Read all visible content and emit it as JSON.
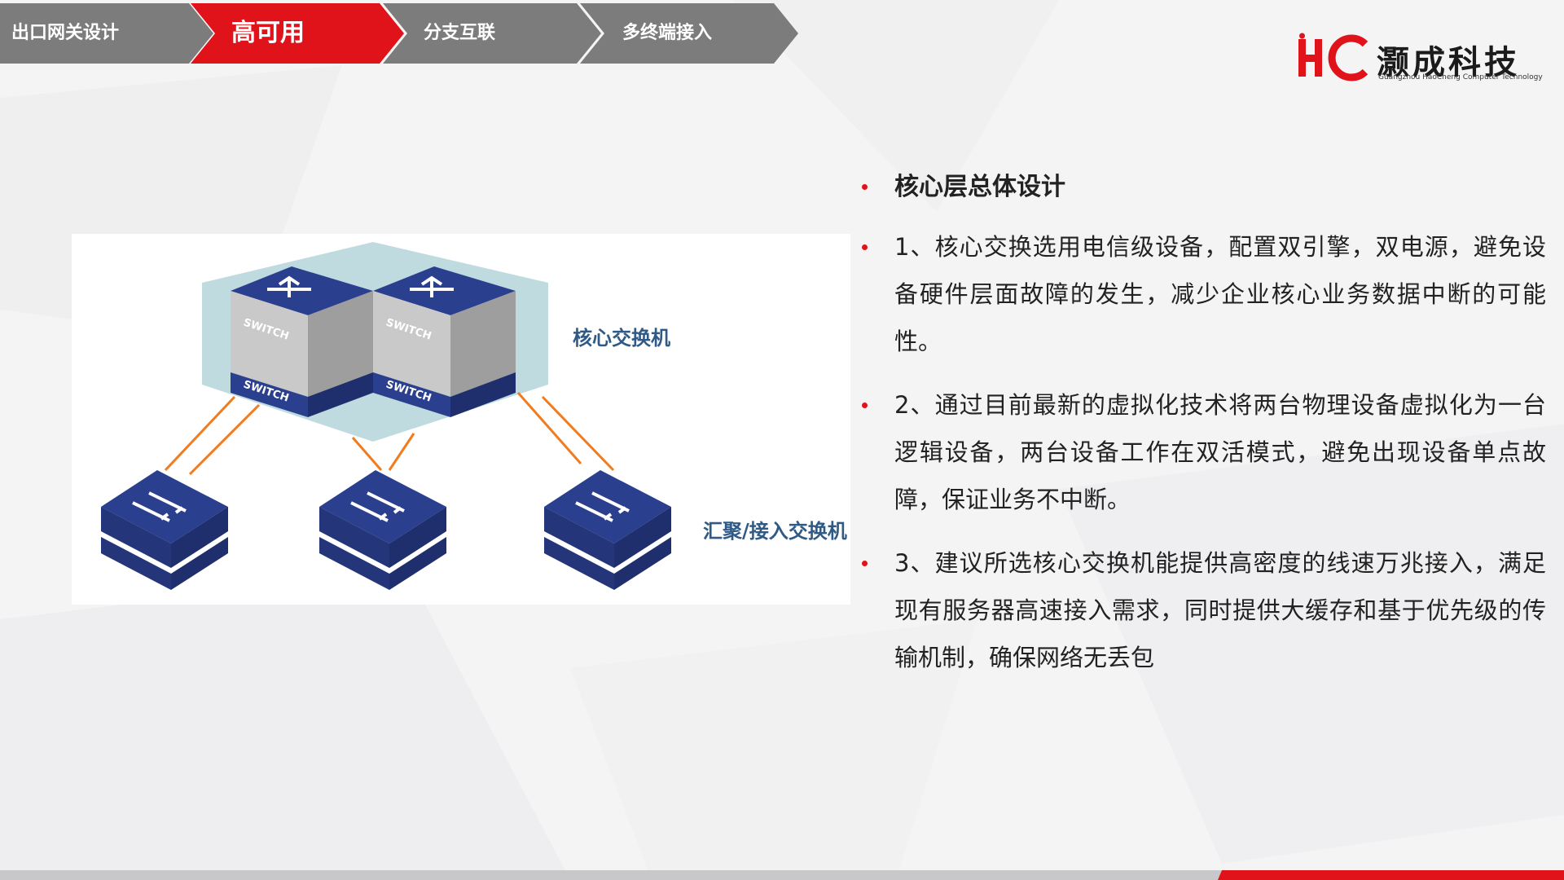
{
  "nav": {
    "tabs": [
      {
        "label": "出口网关设计",
        "active": false
      },
      {
        "label": "高可用",
        "active": true
      },
      {
        "label": "分支互联",
        "active": false
      },
      {
        "label": "多终端接入",
        "active": false
      }
    ]
  },
  "logo": {
    "mark": "HC",
    "name": "灏成科技",
    "subtitle": "Guangzhou HaoCheng Computer Technology"
  },
  "diagram": {
    "core_label": "核心交换机",
    "access_label": "汇聚/接入交换机",
    "switch_text": "SWITCH"
  },
  "content": {
    "title": "核心层总体设计",
    "points": [
      "1、核心交换选用电信级设备，配置双引擎，双电源，避免设备硬件层面故障的发生，减少企业核心业务数据中断的可能性。",
      "2、通过目前最新的虚拟化技术将两台物理设备虚拟化为一台逻辑设备，两台设备工作在双活模式，避免出现设备单点故障，保证业务不中断。",
      "3、建议所选核心交换机能提供高密度的线速万兆接入，满足现有服务器高速接入需求，同时提供大缓存和基于优先级的传输机制，确保网络无丢包"
    ]
  },
  "colors": {
    "accent": "#e0121a",
    "tab_gray": "#7c7c7c",
    "switch_blue": "#2b3f8f",
    "link_orange": "#f07c1f"
  }
}
